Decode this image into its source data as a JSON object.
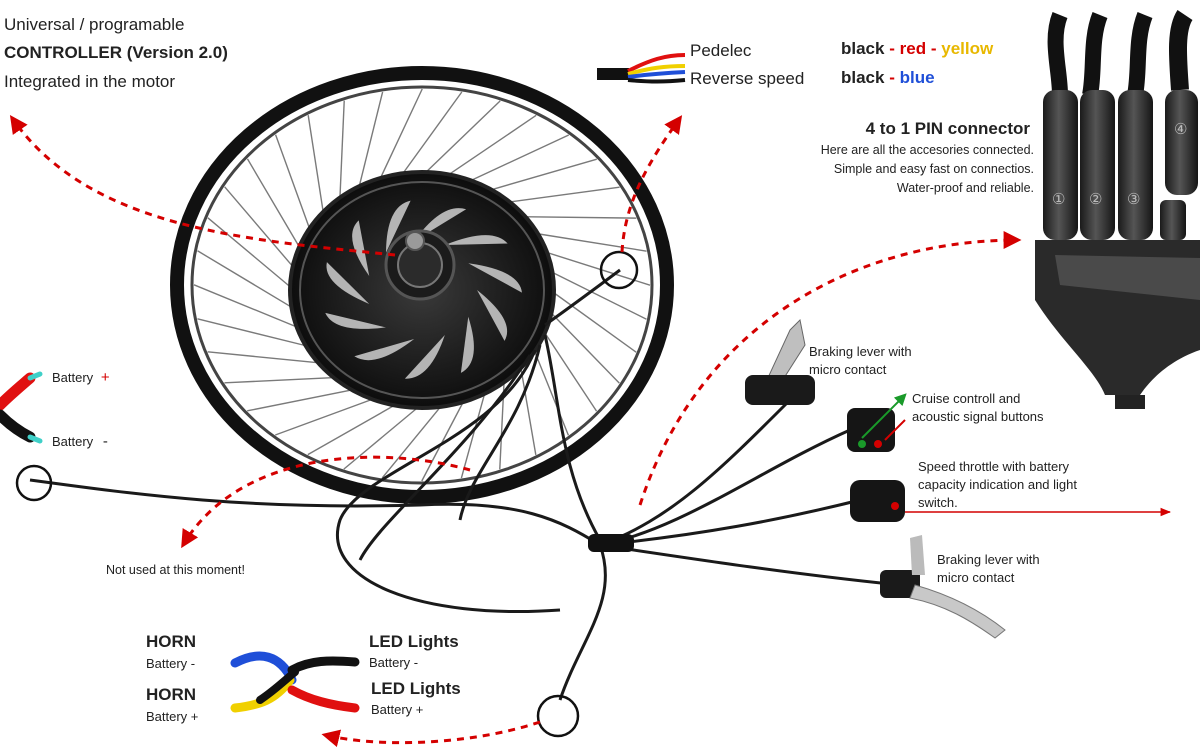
{
  "controller": {
    "line1": "Universal / programable",
    "line2": "CONTROLLER (Version 2.0)",
    "line3": "Integrated in the motor"
  },
  "pedelec": {
    "label": "Pedelec",
    "reverse_label": "Reverse speed",
    "pedelec_wires": {
      "c1": "black",
      "sep1": "-",
      "c2": "red",
      "sep2": "-",
      "c3": "yellow"
    },
    "reverse_wires": {
      "c1": "black",
      "sep1": "-",
      "c2": "blue"
    }
  },
  "connector": {
    "title": "4 to 1 PIN connector",
    "desc1": "Here are all the accesories connected.",
    "desc2": "Simple and easy fast on connectios.",
    "desc3": "Water-proof and reliable.",
    "pins": [
      "①",
      "②",
      "③",
      "④"
    ]
  },
  "battery": {
    "plus_label": "Battery",
    "plus_sign": "+",
    "minus_label": "Battery",
    "minus_sign": "-"
  },
  "not_used": "Not used at this moment!",
  "brake_top": {
    "line1": "Braking lever with",
    "line2": "micro contact"
  },
  "cruise": {
    "line1": "Cruise controll and",
    "line2": "acoustic signal buttons"
  },
  "throttle": {
    "line1": "Speed throttle with battery",
    "line2": "capacity indication and light",
    "line3": "switch."
  },
  "brake_bottom": {
    "line1": "Braking lever with",
    "line2": "micro contact"
  },
  "horn": {
    "title1": "HORN",
    "sub1": "Battery -",
    "title2": "HORN",
    "sub2": "Battery +"
  },
  "led": {
    "title1": "LED Lights",
    "sub1": "Battery -",
    "title2": "LED Lights",
    "sub2": "Battery +"
  },
  "colors": {
    "arrow_red": "#d40000",
    "wire_black": "#111111",
    "wire_red": "#e01010",
    "wire_yellow": "#f0d000",
    "wire_blue": "#1f4fd8",
    "wire_cyan": "#3fd0c8"
  }
}
